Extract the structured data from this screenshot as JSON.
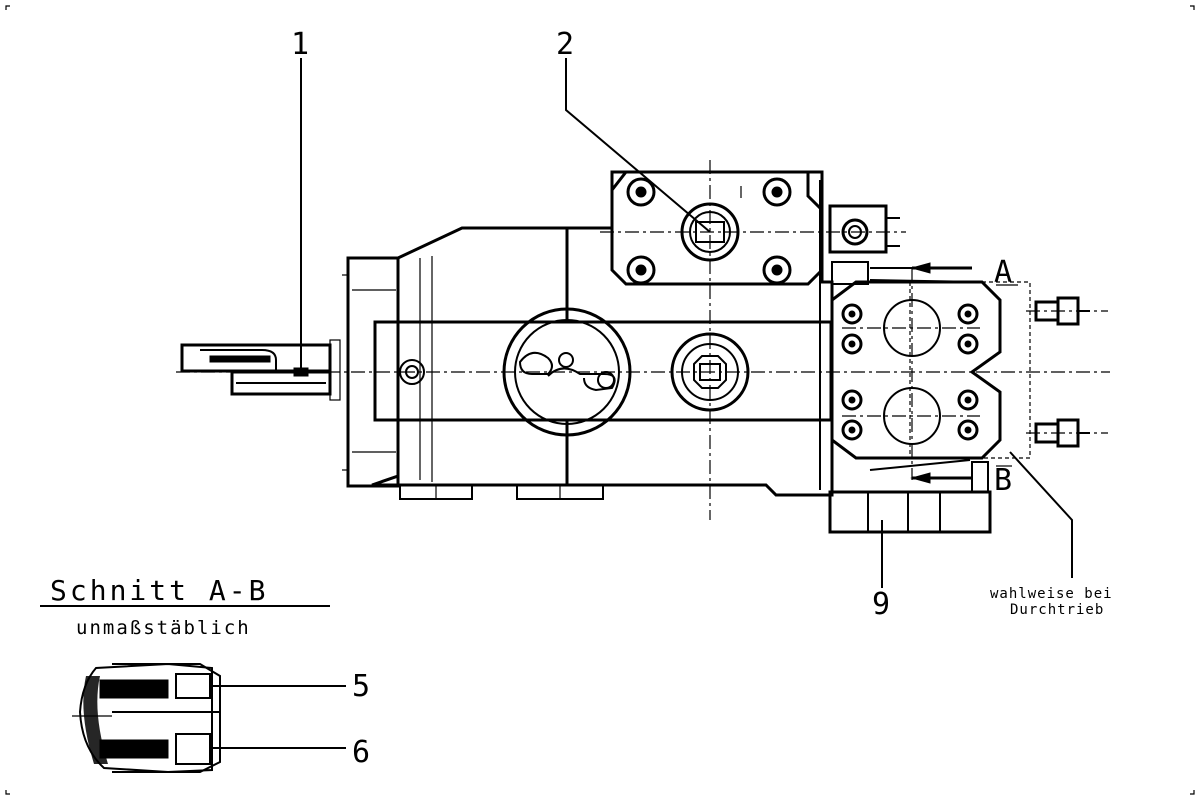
{
  "callouts": {
    "n1": "1",
    "n2": "2",
    "n5": "5",
    "n6": "6",
    "n9": "9"
  },
  "section": {
    "label_a": "A",
    "label_b": "B",
    "title": "Schnitt A-B",
    "subtitle": "unmaßstäblich"
  },
  "note": {
    "line1": "wahlweise bei",
    "line2": "Durchtrieb"
  }
}
